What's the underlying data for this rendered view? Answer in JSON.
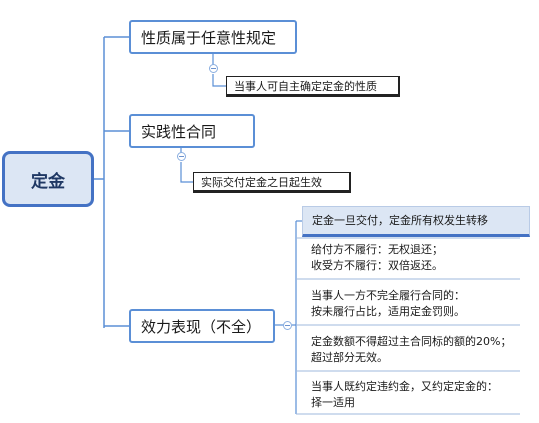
{
  "root": {
    "label": "定金"
  },
  "branches": [
    {
      "label": "性质属于任意性规定",
      "child": "当事人可自主确定定金的性质"
    },
    {
      "label": "实践性合同",
      "child": "实际交付定金之日起生效"
    },
    {
      "label": "效力表现（不全）",
      "children": [
        {
          "lines": [
            "定金一旦交付，定金所有权发生转移"
          ]
        },
        {
          "lines": [
            "给付方不履行：无权退还；",
            "收受方不履行：双倍返还。"
          ]
        },
        {
          "lines": [
            "当事人一方不完全履行合同的：",
            "按未履行占比，适用定金罚则。"
          ]
        },
        {
          "lines": [
            "定金数额不得超过主合同标的额的20%；",
            "超过部分无效。"
          ]
        },
        {
          "lines": [
            "当事人既约定违约金，又约定定金的：",
            "择一适用"
          ]
        }
      ]
    }
  ],
  "colors": {
    "line": "#5b8fd6",
    "root_border": "#4472c4",
    "root_fill": "#dce6f4",
    "divider": "#9fb8de"
  },
  "icons": {
    "collapse": "collapse-minus-icon"
  }
}
